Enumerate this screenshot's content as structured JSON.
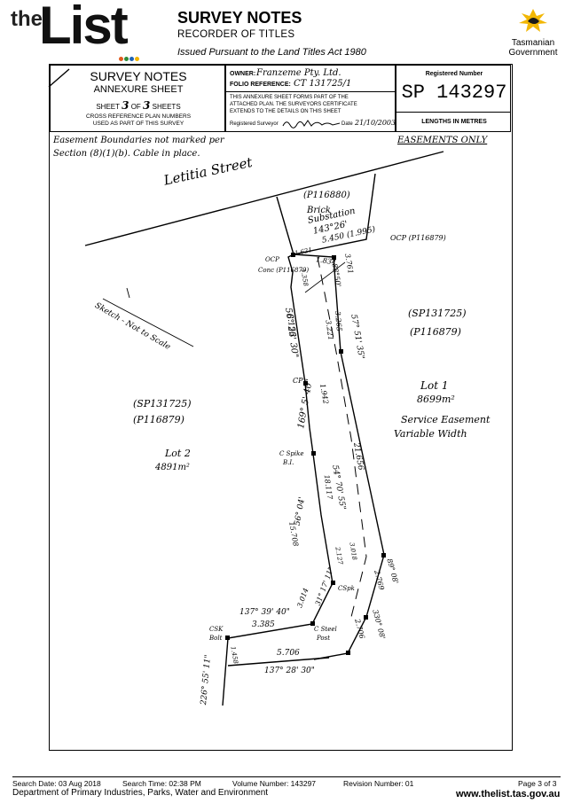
{
  "header": {
    "logo_the": "the",
    "logo_list": "List",
    "logo_dots": [
      "#e05a1f",
      "#2e8b3a",
      "#1e63b5",
      "#f0b400"
    ],
    "title": "SURVEY NOTES",
    "subtitle": "RECORDER OF TITLES",
    "issued": "Issued Pursuant to the Land Titles Act 1980",
    "gov_line1": "Tasmanian",
    "gov_line2": "Government"
  },
  "form": {
    "title1": "SURVEY NOTES",
    "title2": "ANNEXURE SHEET",
    "sheet_prefix": "SHEET",
    "sheet_no": "3",
    "sheet_of": "OF",
    "sheet_total": "3",
    "sheet_suffix": "SHEETS",
    "cross_ref": "CROSS REFERENCE PLAN NUMBERS",
    "cross_ref2": "USED AS PART OF THIS SURVEY",
    "owner_label": "OWNER:",
    "owner_value": "Franzeme Pty. Ltd.",
    "folio_label": "FOLIO REFERENCE:",
    "folio_value": "CT 131725/1",
    "annex_text1": "THIS ANNEXURE SHEET FORMS PART OF THE",
    "annex_text2": "ATTACHED PLAN. THE SURVEYORS CERTIFICATE",
    "annex_text3": "EXTENDS TO THE DETAILS ON THIS SHEET",
    "reg_surveyor_label": "Registered Surveyor",
    "date_label": "Date",
    "date_value": "21/10/2003",
    "reg_number_label": "Registered Number",
    "reg_number": "SP 143297",
    "lengths": "LENGTHS IN METRES"
  },
  "drawing": {
    "note1": "Easement Boundaries not marked per",
    "note2": "Section (8)(1)(b). Cable in place.",
    "easements_only": "EASEMENTS ONLY",
    "street": "Letitia Street",
    "substation_ref": "(P116880)",
    "substation1": "Brick",
    "substation2": "Substation",
    "bearing_top": "143°26'",
    "dist_top": "5.450 (1.995)",
    "ocp_right": "OCP (P116879)",
    "ocp_left1": "OCP",
    "ocp_left2": "Conc (P116879)",
    "d_1621": "1.621",
    "d_1834": "1.834",
    "b_8550": "88°50'",
    "d_3761": "3.761",
    "d_3265": "3.265",
    "d_1358": "1.358",
    "sketch": "Sketch - Not to Scale",
    "b_5623": "56° 23' 30\"",
    "d_8156": "8.156",
    "b_5715": "57° 51' 35\"",
    "d_3221": "3.221",
    "ref_right1": "(SP131725)",
    "ref_right2": "(P116879)",
    "lot1": "Lot 1",
    "lot1_area": "8699m²",
    "cp": "CP",
    "d_1942": "1.942",
    "b_16945": "169° 5' 40\"",
    "ref_left1": "(SP131725)",
    "ref_left2": "(P116879)",
    "service1": "Service Easement",
    "service2": "Variable Width",
    "lot2": "Lot 2",
    "lot2_area": "4891m²",
    "spike1": "C Spike",
    "spike2": "B.I.",
    "d_21656": "21.656",
    "b_5470": "54° 70' 55\"",
    "d_18117": "18.117",
    "b_5604": "56° 04'",
    "d_15708": "15.708",
    "d_2127": "2.127",
    "d_3018": "3.018",
    "d_2769": "2.769",
    "b_8908": "89° 08'",
    "d_3014": "3.014",
    "b_31117": "31° 17' 11\"",
    "cspk": "CSpk",
    "b_13739": "137° 39' 40\"",
    "d_3385": "3.385",
    "steel1": "C Steel",
    "steel2": "Post",
    "d_2706": "2.706",
    "b_33008": "330° 08'",
    "csk1": "CSK",
    "csk2": "Bolt",
    "d_1458": "1.458",
    "d_5706": "5.706",
    "b_13728": "137° 28' 30\"",
    "b_left_bottom": "226° 55' 11\""
  },
  "footer": {
    "search_date": "Search Date: 03 Aug 2018",
    "search_time": "Search Time: 02:38 PM",
    "volume": "Volume Number: 143297",
    "revision": "Revision Number: 01",
    "page": "Page 3 of  3",
    "dept": "Department of Primary Industries, Parks, Water and Environment",
    "url": "www.thelist.tas.gov.au"
  }
}
